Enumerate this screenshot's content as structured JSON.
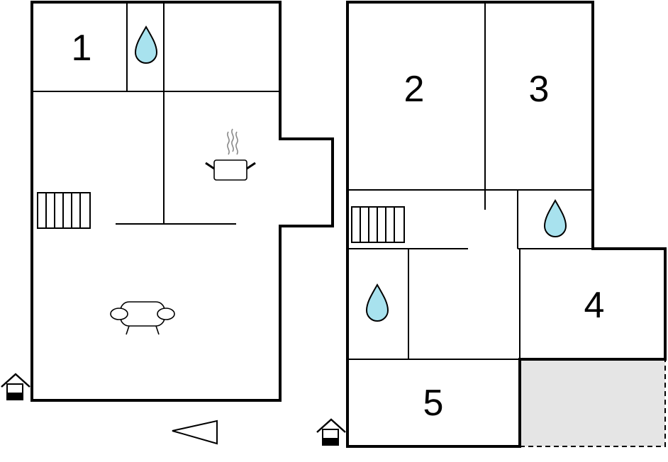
{
  "colors": {
    "water": "#a8e2ee",
    "terrace": "#e5e5e5",
    "wall": "#000000"
  },
  "rooms": [
    {
      "id": "room-1",
      "number": "1"
    },
    {
      "id": "room-2",
      "number": "2"
    },
    {
      "id": "room-3",
      "number": "3"
    },
    {
      "id": "room-4",
      "number": "4"
    },
    {
      "id": "room-5",
      "number": "5"
    }
  ],
  "icons": {
    "bathroom": "water-drop-icon",
    "kitchen": "cooking-pot-icon",
    "living": "sofa-icon",
    "stairs": "stairs-icon",
    "entrance": "entrance-house-icon",
    "orientation": "orientation-triangle-icon"
  }
}
